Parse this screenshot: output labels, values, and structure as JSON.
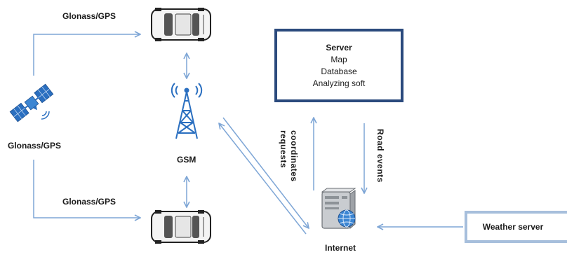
{
  "labels": {
    "glonass_top": "Glonass/GPS",
    "glonass_satellite": "Glonass/GPS",
    "glonass_bottom": "Glonass/GPS",
    "gsm": "GSM",
    "internet": "Internet",
    "coordinates_requests_line1": "coordinates",
    "coordinates_requests_line2": "requests",
    "road_events": "Road events"
  },
  "server": {
    "title": "Server",
    "items": [
      "Map",
      "Database",
      "Analyzing soft"
    ]
  },
  "weather_server": {
    "label": "Weather server"
  },
  "colors": {
    "line": "#7ea6d6",
    "server_border": "#2b4a7d",
    "weather_border": "#a7bfdc",
    "icon_blue": "#2a6fc0"
  },
  "icons": [
    "satellite-icon",
    "car-icon",
    "gsm-tower-icon",
    "computer-server-icon"
  ]
}
